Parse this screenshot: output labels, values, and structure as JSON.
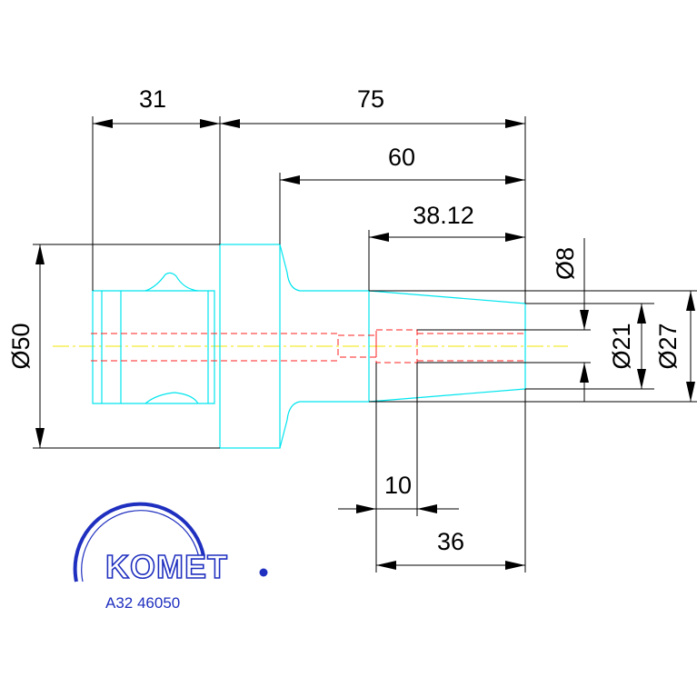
{
  "dimensions": {
    "d31": "31",
    "d75": "75",
    "d60": "60",
    "d38": "38.12",
    "d10": "10",
    "d36": "36",
    "dia50": "Ø50",
    "dia8": "Ø8",
    "dia21": "Ø21",
    "dia27": "Ø27"
  },
  "logo": {
    "brand": "KOMET",
    "part_code": "A32 46050",
    "icon": "komet-arc-logo-icon"
  },
  "colors": {
    "part_outline": "#00e5ee",
    "hidden_lines": "#ff2020",
    "center_line": "#f2e600",
    "dimension_lines": "#000000",
    "logo": "#1f2fbf"
  }
}
